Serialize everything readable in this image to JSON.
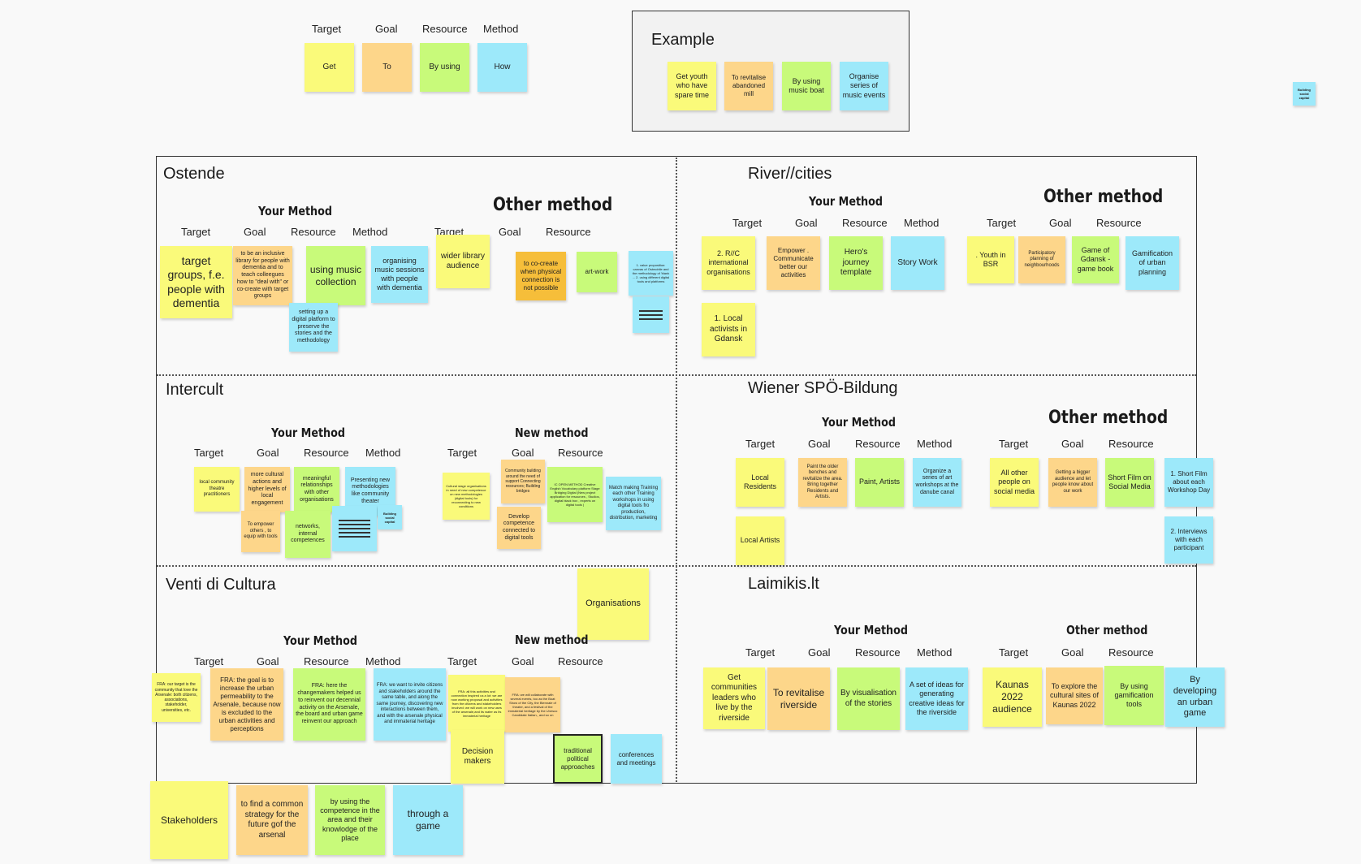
{
  "legend": {
    "target": "Target",
    "goal": "Goal",
    "resource": "Resource",
    "method": "Method",
    "get": "Get",
    "to": "To",
    "by_using": "By using",
    "how": "How"
  },
  "example": {
    "title": "Example",
    "notes": [
      "Get youth who have spare time",
      "To revitalise abandoned mill",
      "By using music boat",
      "Organise series of music events"
    ]
  },
  "corner_note": "Building social capital",
  "labels": {
    "target": "Target",
    "goal": "Goal",
    "resource": "Resource",
    "method": "Method",
    "your_method": "Your Method",
    "other_method": "Other method",
    "new_method": "New method"
  },
  "ostende": {
    "title": "Ostende",
    "your": [
      "target groups, f.e. people with dementia",
      "to be an inclusive library for people with dementia and to teach colleegues how to \"deal with\" or co-create with target groups",
      "using music collection",
      "organising music sessions with people with dementia",
      "setting up a digital platform to preserve the stories and the methodology"
    ],
    "other": [
      "wider library audience",
      "to co-create when physical connection is not possible",
      "art-work",
      "1. value proposition: canvas of Ostmobile and the methodology of 'blank ... 2. using different digital tools and platforms"
    ]
  },
  "rivercities": {
    "title": "River//cities",
    "your": [
      "2. R//C international organisations",
      "Empower . Communicate better our activities",
      "Hero's journey template",
      "Story  Work",
      "1. Local activists in Gdansk"
    ],
    "other": [
      ". Youth in BSR",
      "Participatory planning of neighbourhoods",
      "Game of Gdansk - game book",
      "Gamification of urban planning"
    ]
  },
  "intercult": {
    "title": "Intercult",
    "your": [
      "local community theatre practitioners",
      "more cultural actions and higher levels of local engagement",
      "meaningful relationships with other organisations",
      "Presenting new methodologies like community theater",
      "To empower others , to equip with tools",
      "networks, internal competences",
      "Building social capital"
    ],
    "new": [
      "Cultural stage organisations in need of new competence on new methodologies (digital tools) for reconnecting to new conditions",
      "Community building around the need of support Connecting resources; Building bridges",
      "Develop competence connected to digital tools",
      "IC OPEN METHOD Creative English Vocabulary platform Stage Bridging Digital (New project application for resources , Studios, digital black box , experts on digital tools )",
      "Match making Training each other Training workshops in using digital tools  fro production, distribution, marketing"
    ]
  },
  "wiener": {
    "title": "Wiener SPÖ-Bildung",
    "your": [
      "Local Residents",
      "Paint the older benches and revitalize the area. Bring together Residents and Artists.",
      "Paint, Artists",
      "Organize a series of art workshops at the danube canal",
      "Local Artists"
    ],
    "other": [
      "All other people on social media",
      "Getting a bigger audience and let people know about our work",
      "Short Film on Social Media",
      "1. Short Film about each Workshop Day",
      "2. Interviews with each participant"
    ]
  },
  "venti": {
    "title": "Venti di Cultura",
    "organisations": "Organisations",
    "your": [
      "FRA: our target is the community that love the Arsenale: both citizens, associations, stakeholder, universities, etc.",
      "FRA: the goal is to increase the urban permeability to the Arsenale, because now is excluded to the urban activities and perceptions",
      "FRA: here the changemakers helped us to reinvent our decennial activity on the Arsenale, the board and urban game reinvent our approach",
      "FRA: we want to invite citizens and stakeholders around the same table, and along the same journey, discovering new interactions between them, and with the arsenale physical and immaterial heritage"
    ],
    "new": [
      "FRA: all this activities and connection inspired us a lot: we are now working proposal and activities from the citizens and stakeholders involved: we will work on new uses of the arsenale,and its water as its immaterial heritage",
      "FRA: we will collaborate with several events, too as the Boat Show of the City, the Biennale of theater, and a festival of the immaterial heritage by the Unesco Candidate Italian,, and so on",
      "Decision makers",
      "traditional political approaches",
      "conferences and meetings"
    ],
    "bottom": [
      "Stakeholders",
      "to find a common strategy  for the future gof the arsenal",
      "by using the competence in the area and their knowlodge of the place",
      "through a game"
    ]
  },
  "laimikis": {
    "title": "Laimikis.lt",
    "your": [
      "Get communities leaders who live by the riverside",
      "To revitalise riverside",
      "By visualisation of the stories",
      "A set of ideas for generating creative ideas for the riverside"
    ],
    "other": [
      "Kaunas 2022 audience",
      "To explore the cultural sites of Kaunas 2022",
      "By using gamification tools",
      "By developing an urban game"
    ]
  }
}
